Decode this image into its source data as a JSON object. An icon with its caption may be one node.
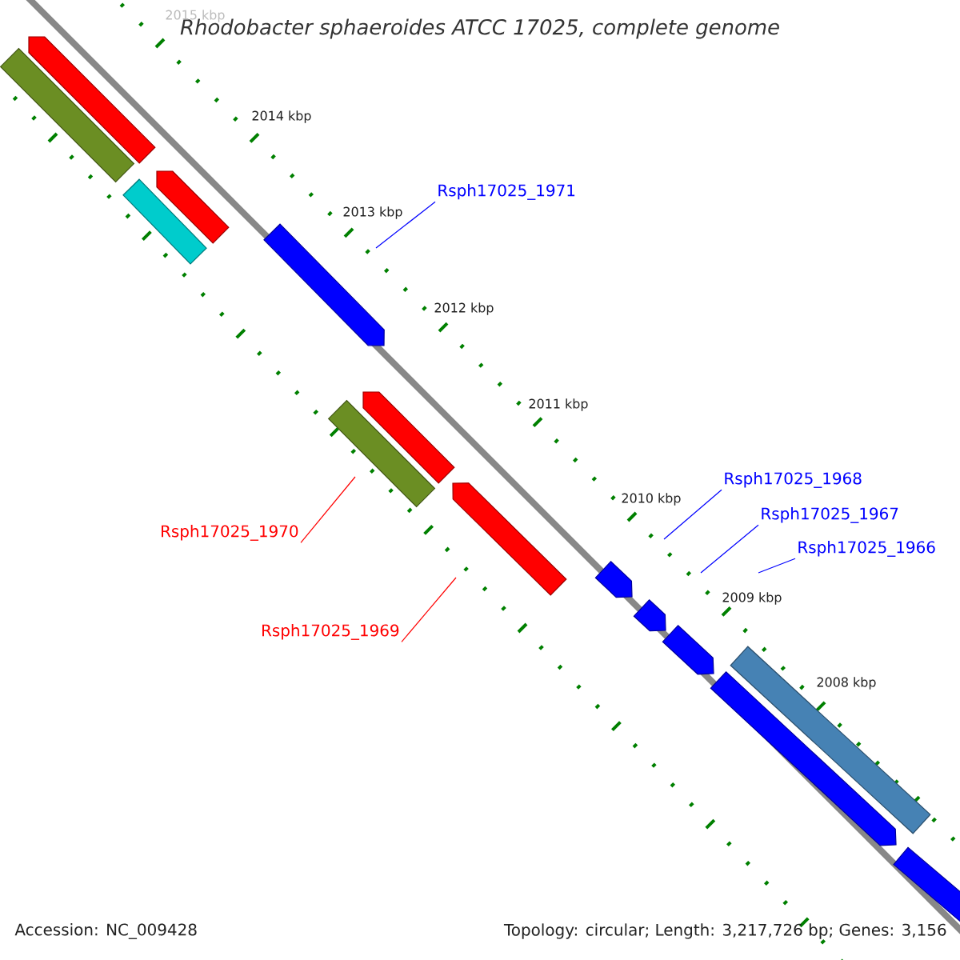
{
  "diagram": {
    "title": "Rhodobacter sphaeroides ATCC 17025, complete genome",
    "nodes": [
      {
        "text": [
          "Rsph17025_1971"
        ]
      },
      {
        "text": [
          "Rsph17025_1968"
        ]
      },
      {
        "text": [
          "Rsph17025_1967"
        ]
      },
      {
        "text": [
          "Rsph17025_1970"
        ]
      },
      {
        "text": [
          "Rsph17025_1966"
        ]
      },
      {
        "text": [
          "Rsph17025_1969"
        ]
      }
    ],
    "edges": [
      {
        "from": 0,
        "to": null,
        "arrow": "none"
      },
      {
        "from": 1,
        "to": null,
        "arrow": "none"
      },
      {
        "from": 2,
        "to": null,
        "arrow": "none"
      },
      {
        "from": 3,
        "to": null,
        "arrow": "none",
        "color": "#ff0000"
      },
      {
        "from": 4,
        "to": null,
        "arrow": "none"
      },
      {
        "from": 5,
        "to": null,
        "arrow": "none",
        "color": "#ff0000"
      }
    ],
    "labels": [
      "2015 kbp",
      "2014 kbp",
      "2013 kbp",
      "2012 kbp",
      "2011 kbp",
      "2010 kbp",
      "2009 kbp",
      "2008 kbp",
      "Accession: NC_009428",
      "Topology: circular; Length: 3,217,726 bp; Genes: 3,156"
    ]
  }
}
